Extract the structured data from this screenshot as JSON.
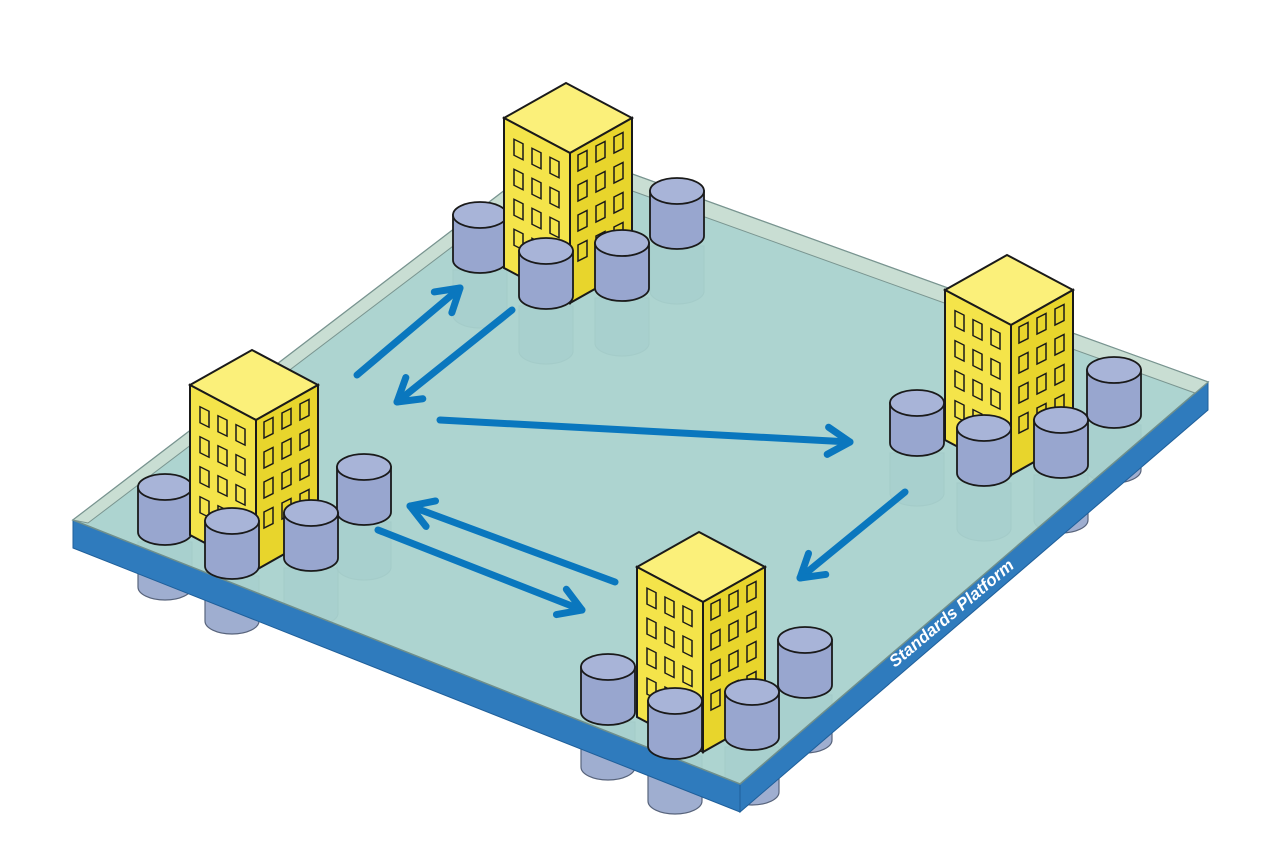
{
  "diagram": {
    "platform": {
      "label": "Standards Platform"
    },
    "colors": {
      "platform_top": "#a9d2cd",
      "platform_rim": "#c9ded3",
      "platform_front": "#2f7bbd",
      "platform_front_dark": "#1f5f9a",
      "building_front": "#f4e44a",
      "building_side": "#e8d52c",
      "building_top": "#fbf07a",
      "database": "#98a6cf",
      "database_top": "#a8b4d8",
      "arrow": "#0a77be",
      "outline": "#1a1a1a"
    },
    "buildings": [
      {
        "name": "building-north"
      },
      {
        "name": "building-west"
      },
      {
        "name": "building-east"
      },
      {
        "name": "building-south"
      }
    ],
    "arrows": [
      {
        "from": "building-west",
        "to": "building-north"
      },
      {
        "from": "building-north",
        "to": "building-west"
      },
      {
        "from": "building-west",
        "to": "building-east"
      },
      {
        "from": "building-east",
        "to": "building-south"
      },
      {
        "from": "building-south",
        "to": "building-west"
      },
      {
        "from": "building-west",
        "to": "building-south"
      }
    ]
  }
}
